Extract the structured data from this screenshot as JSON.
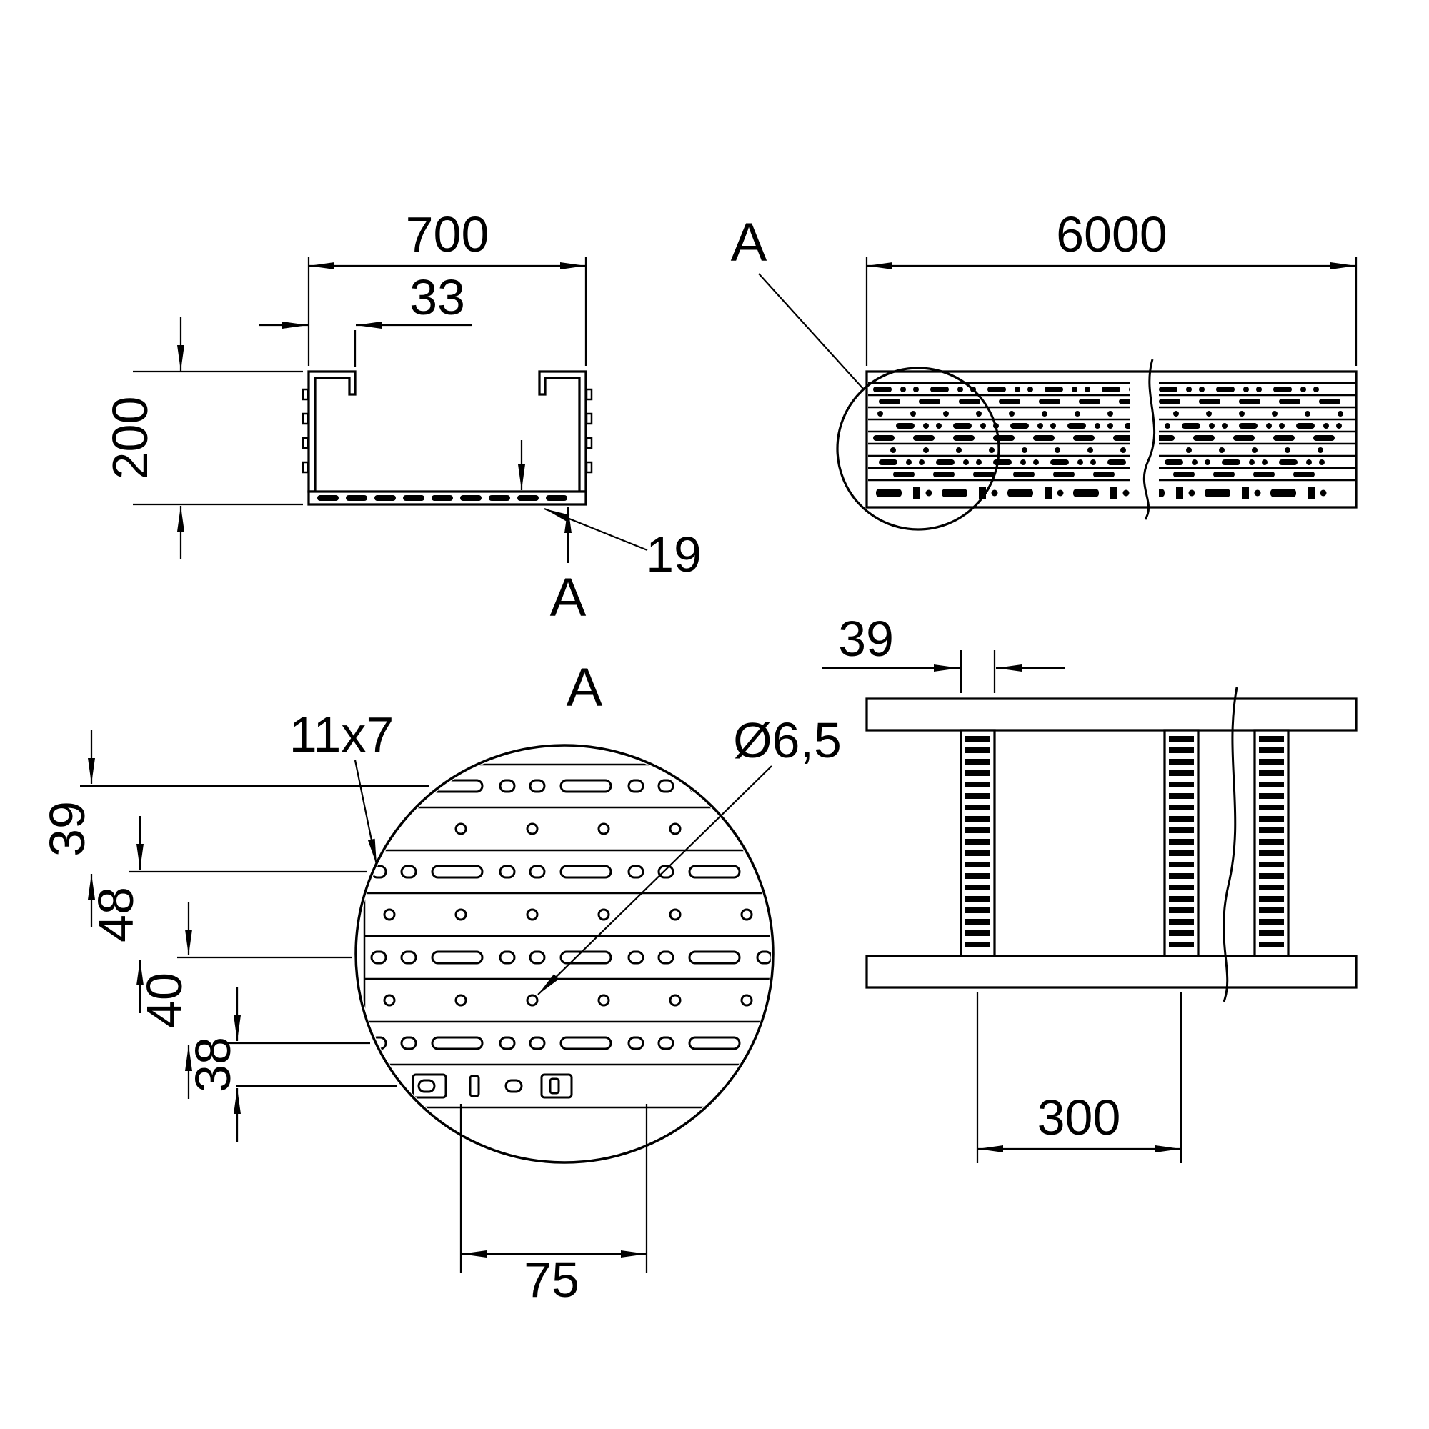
{
  "drawing": {
    "background": "#ffffff",
    "line_color": "#000000",
    "views": {
      "cross_section": {
        "width_dim": "700",
        "lip_dim": "33",
        "height_dim": "200",
        "thickness_dim": "19",
        "detail_marker": "A"
      },
      "side_view": {
        "length_dim": "6000",
        "detail_marker": "A"
      },
      "detail_a": {
        "title": "A",
        "slot_dim": "11x7",
        "hole_dim": "Ø6,5",
        "pitch_dims": [
          "39",
          "48",
          "40",
          "38"
        ],
        "slot_pitch_dim": "75"
      },
      "bottom_view": {
        "rung_width_dim": "39",
        "rung_spacing_dim": "300"
      }
    }
  }
}
